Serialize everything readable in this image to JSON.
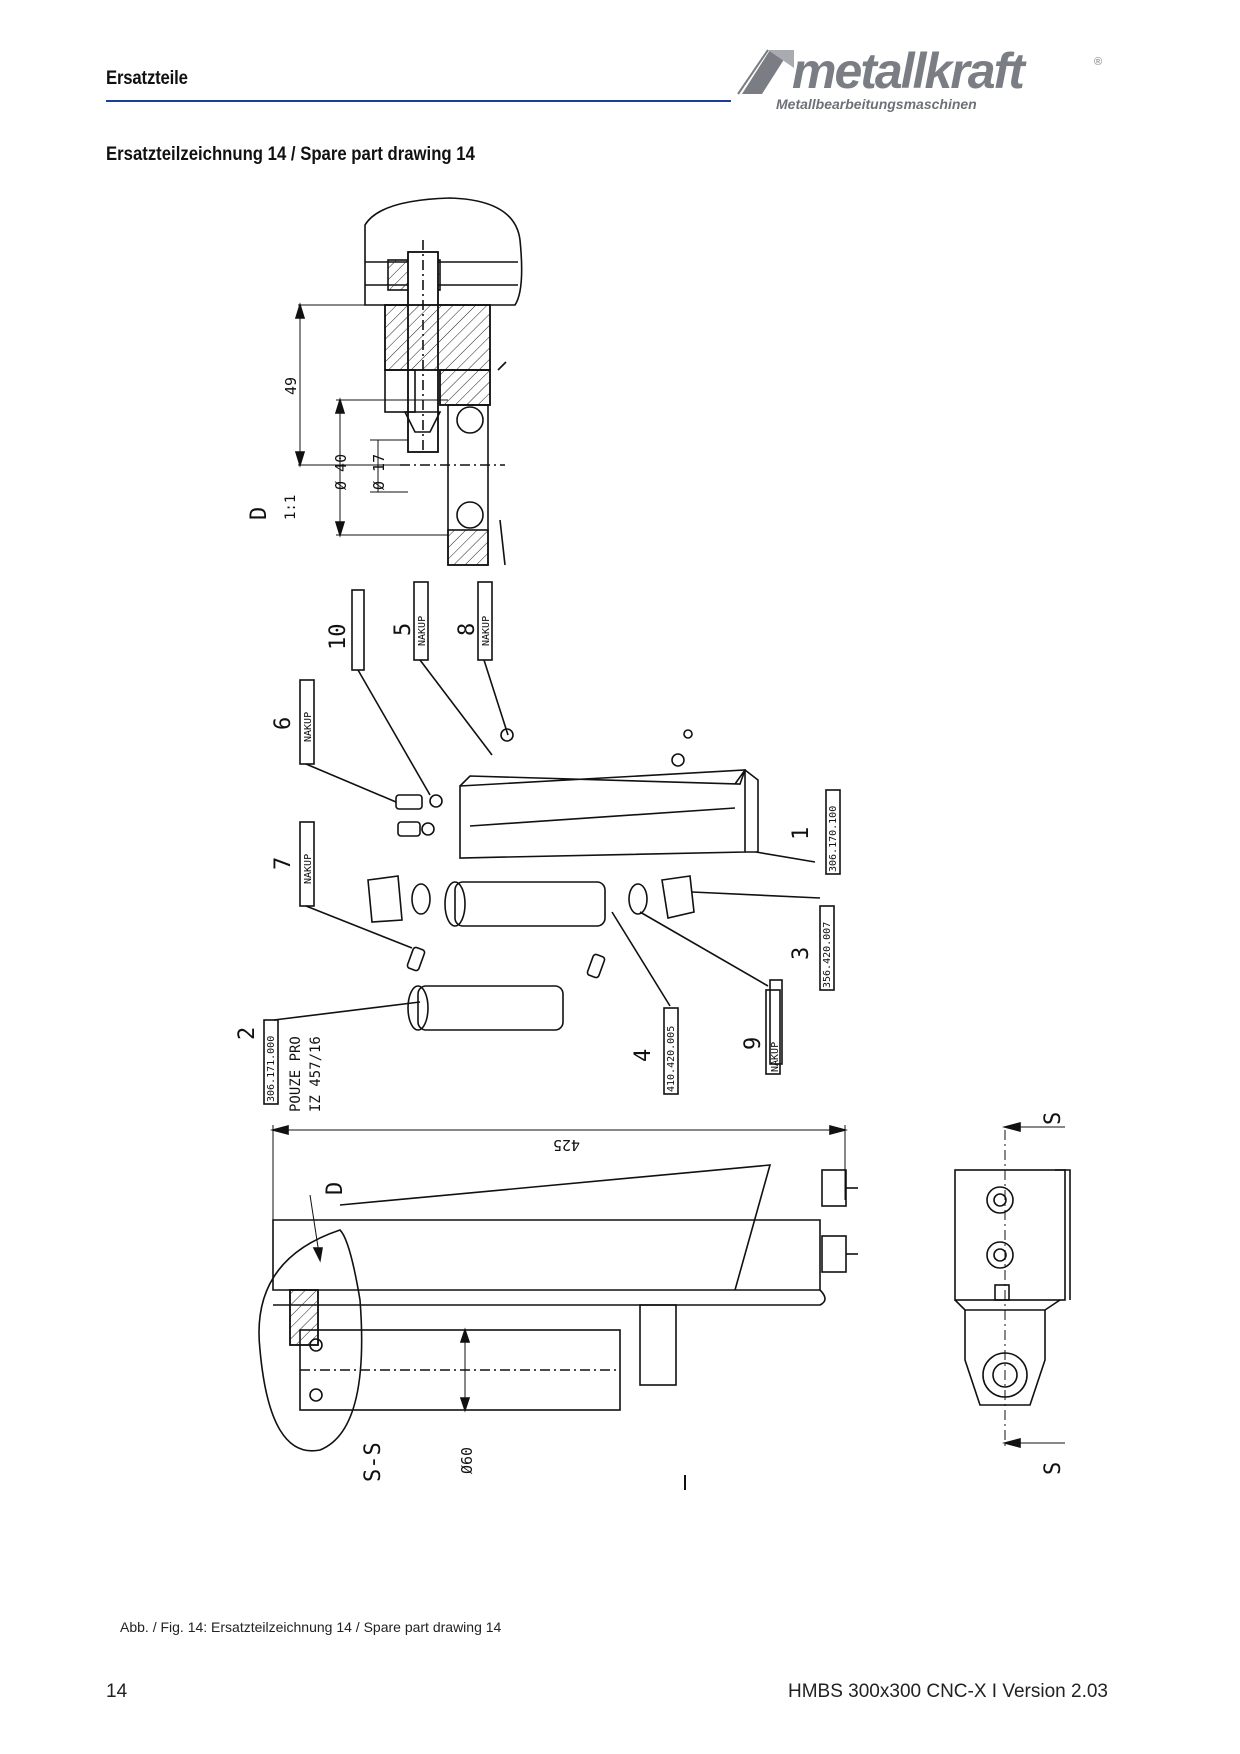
{
  "header": {
    "section_title": "Ersatzteile",
    "logo_word": "metallkraft",
    "logo_reg": "®",
    "logo_subtitle": "Metallbearbeitungsmaschinen",
    "colors": {
      "rule": "#1c3f94",
      "logo": "#7a7e84"
    }
  },
  "drawing_title": "Ersatzteilzeichnung 14 / Spare part drawing 14",
  "drawing": {
    "detail_label": "D",
    "detail_scale": "1:1",
    "dims": {
      "d49": "49",
      "d40": "Ø 40",
      "d17": "Ø 17",
      "d425": "425",
      "d60": "Ø60"
    },
    "parts": {
      "p1": {
        "num": "1",
        "code": "306.170.100"
      },
      "p2": {
        "num": "2",
        "code": "306.171.000",
        "note1": "POUZE PRO",
        "note2": "IZ 457/16"
      },
      "p3": {
        "num": "3",
        "code": "356.420.007"
      },
      "p4": {
        "num": "4",
        "code": "410.420.005"
      },
      "p5": {
        "num": "5",
        "code": "NAKUP"
      },
      "p6": {
        "num": "6",
        "code": "NAKUP"
      },
      "p7": {
        "num": "7",
        "code": "NAKUP"
      },
      "p8": {
        "num": "8",
        "code": "NAKUP"
      },
      "p9": {
        "num": "9",
        "code": "NAKUP"
      },
      "p10": {
        "num": "10"
      }
    },
    "section": {
      "label": "S-S",
      "marker": "S",
      "callout": "D"
    }
  },
  "caption": "Abb. / Fig. 14: Ersatzteilzeichnung 14 / Spare part drawing 14",
  "footer": {
    "page": "14",
    "version": "HMBS 300x300 CNC-X I Version 2.03"
  }
}
